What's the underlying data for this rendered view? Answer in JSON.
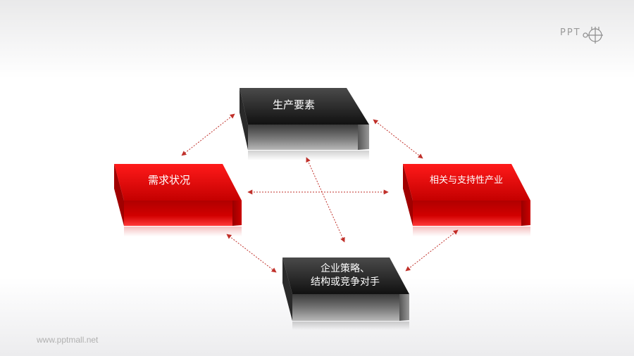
{
  "brand": {
    "text": "PPT",
    "logo": "ppt-logo-icon"
  },
  "watermark": "www.pptmall.net",
  "nodes": {
    "top": {
      "label": "生产要素",
      "color": "black"
    },
    "left": {
      "label": "需求状况",
      "color": "red"
    },
    "right": {
      "label": "相关与支持性产业",
      "color": "red"
    },
    "bottom": {
      "label_line1": "企业策略、",
      "label_line2": "结构或竞争对手",
      "color": "black"
    }
  },
  "connections": [
    [
      "top",
      "left"
    ],
    [
      "top",
      "right"
    ],
    [
      "top",
      "bottom"
    ],
    [
      "left",
      "right"
    ],
    [
      "left",
      "bottom"
    ],
    [
      "right",
      "bottom"
    ]
  ],
  "colors": {
    "red": "#d40000",
    "dark": "#1a1a1a",
    "arrow": "#c0302a"
  }
}
